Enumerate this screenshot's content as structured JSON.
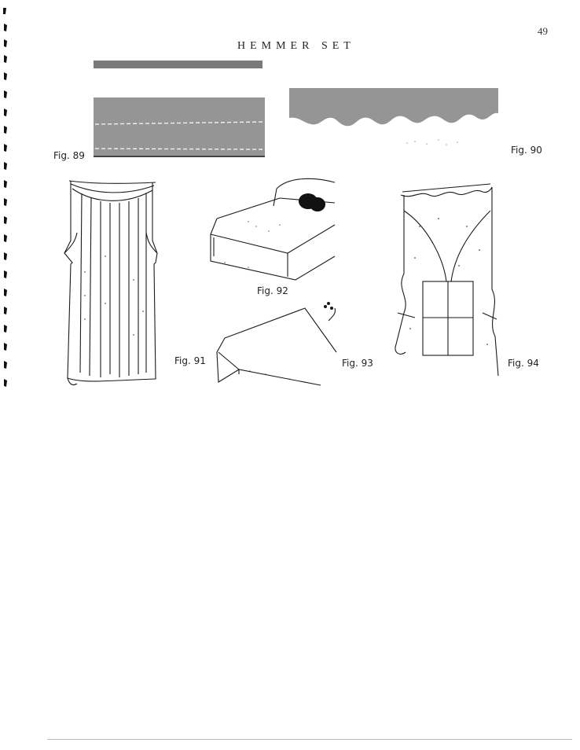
{
  "page": {
    "number": "49",
    "title": "HEMMER SET"
  },
  "figures": {
    "fig89": "Fig. 89",
    "fig90": "Fig. 90",
    "fig91": "Fig. 91",
    "fig92": "Fig. 92",
    "fig93": "Fig. 93",
    "fig94": "Fig. 94"
  },
  "colors": {
    "fabric_gray": "#8d8d8d",
    "ink": "#1a1a1a",
    "paper": "#ffffff"
  }
}
